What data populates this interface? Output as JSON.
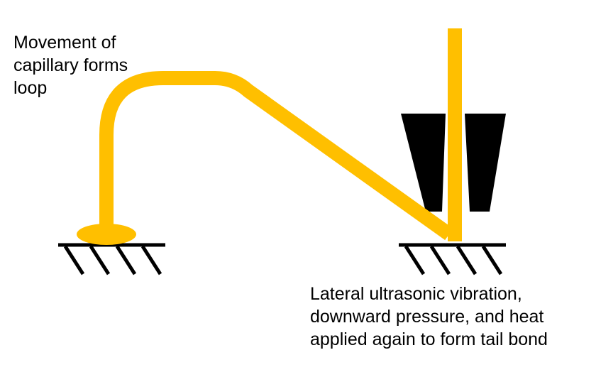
{
  "labels": {
    "capillary_loop": [
      "Movement of",
      "capillary forms",
      "loop"
    ],
    "tail_bond": [
      "Lateral ultrasonic vibration,",
      "downward pressure, and heat",
      "applied again to form tail bond"
    ]
  },
  "colors": {
    "wire": "#FFBF00",
    "capillary": "#000000",
    "substrate": "#000000",
    "text": "#000000",
    "background": "#FFFFFF"
  }
}
